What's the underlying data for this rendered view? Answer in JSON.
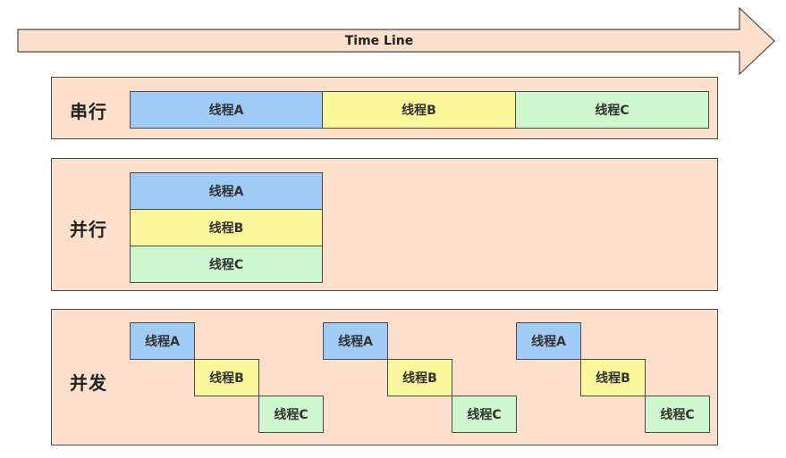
{
  "timeline": {
    "label": "Time Line"
  },
  "colors": {
    "panel_bg": "#fde0cc",
    "thread_a": "#9fcbf6",
    "thread_b": "#fbf79b",
    "thread_c": "#cdf6cd",
    "border": "#4a4a4a"
  },
  "serial": {
    "label": "串行",
    "threads": [
      "线程A",
      "线程B",
      "线程C"
    ]
  },
  "parallel": {
    "label": "并行",
    "threads": [
      "线程A",
      "线程B",
      "线程C"
    ]
  },
  "concurrent": {
    "label": "并发",
    "groups": [
      {
        "threads": [
          "线程A",
          "线程B",
          "线程C"
        ]
      },
      {
        "threads": [
          "线程A",
          "线程B",
          "线程C"
        ]
      },
      {
        "threads": [
          "线程A",
          "线程B",
          "线程C"
        ]
      }
    ]
  }
}
